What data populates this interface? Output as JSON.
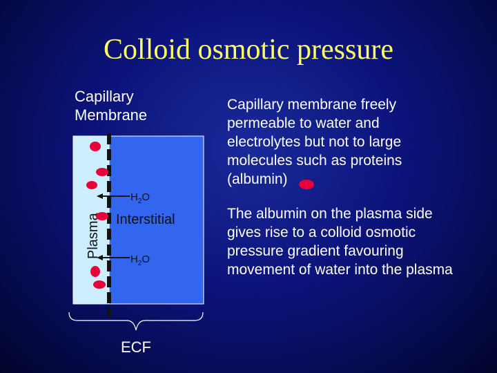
{
  "slide": {
    "title": "Colloid osmotic pressure",
    "capillary_label_line1": "Capillary",
    "capillary_label_line2": "Membrane",
    "plasma_label": "Plasma",
    "interstitial_label": "Interstitial",
    "h2o_top_main": "H",
    "h2o_top_sub": "2",
    "h2o_top_end": "O",
    "h2o_bottom_main": "H",
    "h2o_bottom_sub": "2",
    "h2o_bottom_end": "O",
    "ecf_label": "ECF",
    "paragraph1": "Capillary membrane freely permeable to water and electrolytes but not to large molecules such as proteins (albumin)",
    "paragraph2": "The albumin on the plasma side gives rise to a colloid osmotic pressure gradient favouring movement of water into the plasma"
  },
  "colors": {
    "title": "#ffff66",
    "plasma_fill": "#cceeff",
    "interstitial_fill": "#3366ee",
    "albumin": "#e8003a",
    "membrane": "#111111"
  }
}
